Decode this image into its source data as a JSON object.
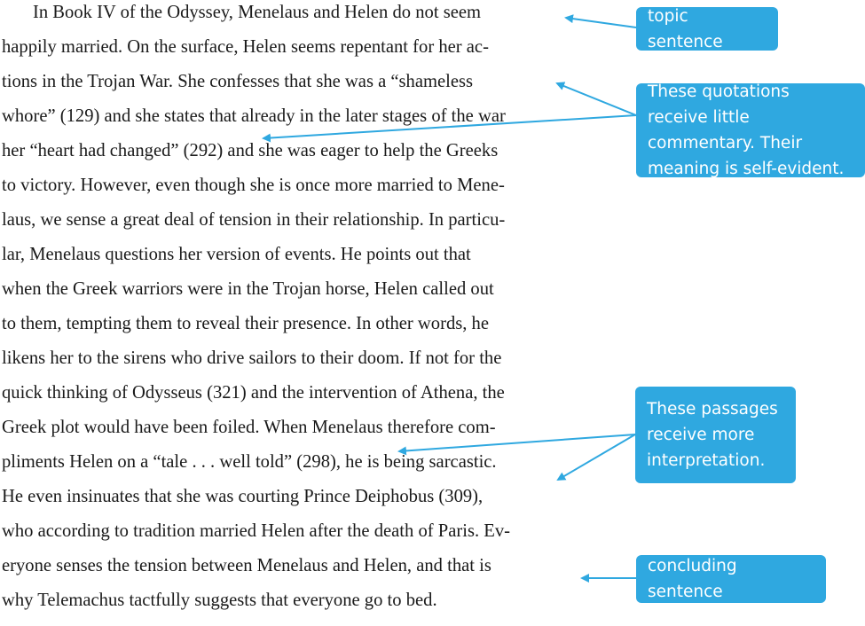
{
  "essay": {
    "lines": [
      "In Book IV of the Odyssey, Menelaus and Helen do not seem",
      "happily married. On the surface, Helen seems repentant for her ac-",
      "tions in the Trojan War. She confesses that she was a “shameless",
      "whore” (129) and she states that already in the later stages of the war",
      "her “heart had changed” (292) and she was eager to help the Greeks",
      "to victory. However, even though she is once more married to Mene-",
      "laus, we sense a great deal of tension in their relationship. In particu-",
      "lar, Menelaus questions her version of events. He points out that",
      "when the Greek warriors were in the Trojan horse, Helen called out",
      "to them, tempting them to reveal their presence. In other words, he",
      "likens her to the sirens who drive sailors to their doom. If not for the",
      "quick thinking of Odysseus (321) and the intervention of Athena, the",
      "Greek plot would have been foiled. When Menelaus therefore com-",
      "pliments Helen on a “tale . . . well told” (298), he is being sarcastic.",
      "He even insinuates that she was courting Prince Deiphobus (309),",
      "who according to tradition married Helen after the death of Paris. Ev-",
      "eryone senses the tension between Menelaus and Helen, and that is",
      "why Telemachus tactfully suggests that everyone go to bed."
    ]
  },
  "callouts": {
    "topic": "topic sentence",
    "quotations": "These quotations receive little commentary. Their meaning is self-evident.",
    "passages": "These passages receive more interpretation.",
    "concluding": "concluding sentence"
  },
  "colors": {
    "callout_bg": "#2fa8e0",
    "callout_text": "#ffffff",
    "body_text": "#1a1a1a"
  }
}
